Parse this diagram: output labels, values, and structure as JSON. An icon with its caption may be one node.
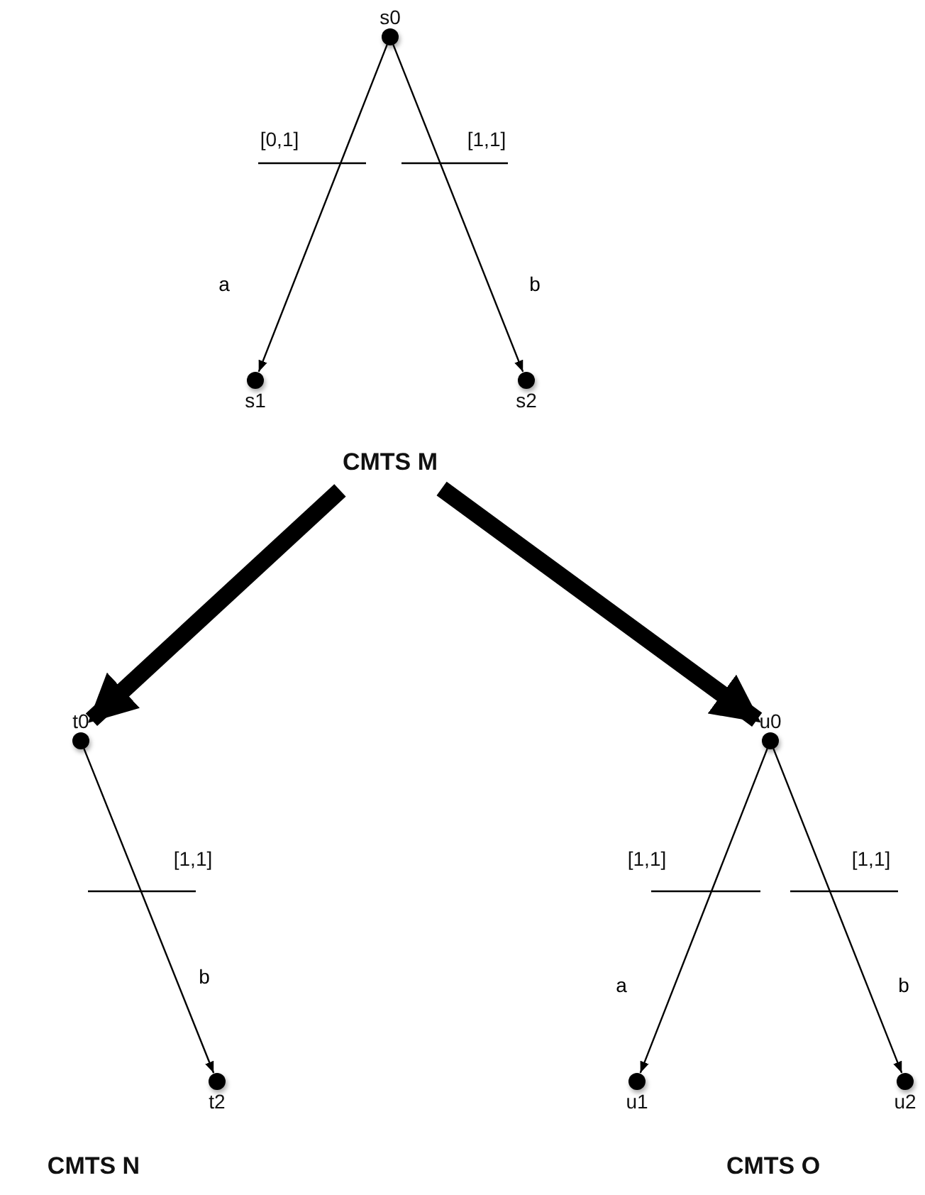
{
  "diagram": {
    "nodes": [
      {
        "text": [
          "s0"
        ]
      },
      {
        "text": [
          "s1"
        ]
      },
      {
        "text": [
          "s2"
        ]
      },
      {
        "text": [
          "CMTS M"
        ]
      },
      {
        "text": [
          "t0"
        ]
      },
      {
        "text": [
          "t2"
        ]
      },
      {
        "text": [
          "u0"
        ]
      },
      {
        "text": [
          "u1"
        ]
      },
      {
        "text": [
          "u2"
        ]
      }
    ],
    "edges": [
      {
        "from": 0,
        "to": 1,
        "arrow": "to",
        "label": "a"
      },
      {
        "from": 0,
        "to": 2,
        "arrow": "to",
        "label": "b"
      },
      {
        "from": 3,
        "to": 4,
        "arrow": "to",
        "style": "thick"
      },
      {
        "from": 3,
        "to": 6,
        "arrow": "to",
        "style": "thick"
      },
      {
        "from": 4,
        "to": 5,
        "arrow": "to",
        "label": "b"
      },
      {
        "from": 6,
        "to": 7,
        "arrow": "to",
        "label": "a"
      },
      {
        "from": 6,
        "to": 8,
        "arrow": "to",
        "label": "b"
      }
    ],
    "labels": [
      "[0,1]",
      "[1,1]",
      "[1,1]",
      "[1,1]",
      "[1,1]",
      "CMTS N",
      "CMTS O"
    ]
  }
}
